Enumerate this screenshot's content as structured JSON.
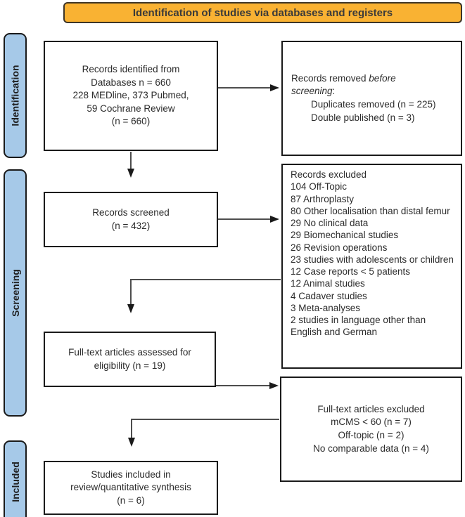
{
  "banner": {
    "title": "Identification of studies via databases and registers"
  },
  "sidebar": {
    "stages": [
      {
        "label": "Identification"
      },
      {
        "label": "Screening"
      },
      {
        "label": "Included"
      }
    ]
  },
  "boxes": {
    "records_identified": {
      "lines": [
        "Records identified from",
        "Databases n = 660",
        "228 MEDline, 373 Pubmed,",
        "59 Cochrane Review",
        "(n = 660)"
      ]
    },
    "records_removed": {
      "line1_prefix": "Records removed ",
      "line1_italic": "before",
      "line2_italic": "screening",
      "line2_suffix": ":",
      "items": [
        "Duplicates removed (n = 225)",
        "Double published (n = 3)"
      ]
    },
    "records_screened": {
      "lines": [
        "Records screened",
        "(n = 432)"
      ]
    },
    "records_excluded": {
      "title": "Records excluded",
      "items": [
        "104 Off-Topic",
        "87 Arthroplasty",
        "80 Other localisation than distal femur",
        "29 No clinical data",
        "29 Biomechanical studies",
        "26 Revision operations",
        "23 studies with adolescents or children",
        "12 Case reports < 5 patients",
        "12 Animal studies",
        "4 Cadaver studies",
        "3 Meta-analyses",
        "2 studies in language other than English and German"
      ]
    },
    "fulltext_assessed": {
      "lines": [
        "Full-text articles assessed for",
        "eligibility (n = 19)"
      ]
    },
    "fulltext_excluded": {
      "lines": [
        "Full-text articles excluded",
        "mCMS < 60 (n = 7)",
        "Off-topic (n = 2)",
        "No comparable data (n = 4)"
      ]
    },
    "studies_included": {
      "lines": [
        "Studies included in",
        "review/quantitative synthesis",
        "(n = 6)"
      ]
    }
  },
  "colors": {
    "banner_fill": "#F9B233",
    "banner_border": "#3d3528",
    "stage_fill": "#A6C9E8",
    "border": "#1a1a1a",
    "arrow_line": "#4d4d4d",
    "arrow_head": "#1a1a1a"
  }
}
